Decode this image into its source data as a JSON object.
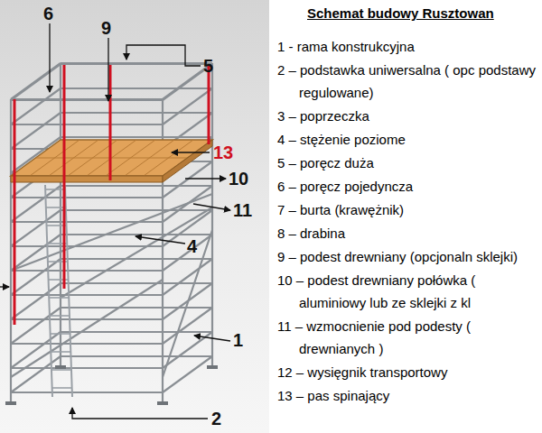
{
  "diagram": {
    "title": "Schemat budowy Rusztowan",
    "labels": [
      "6",
      "9",
      "5",
      "13",
      "10",
      "11",
      "4",
      "1",
      "2",
      "1 -  rama konstrukcyjna",
      "2 –  podstawka uniwersalna ( opc podstawy regulowane)",
      "3 –  poprzeczka",
      "4 –  stężenie poziome",
      "5 –  poręcz duża",
      "6 –  poręcz pojedyncza",
      "7 –  burta (krawężnik)",
      "8 –  drabina",
      "9 –  podest drewniany (opcjonaln sklejki)",
      "10 – podest drewniany połówka ( aluminiowy lub ze sklejki z kl",
      "11 – wzmocnienie pod podesty ( drewnianych )",
      "12 – wysięgnik transportowy",
      "13 – pas spinający"
    ]
  }
}
